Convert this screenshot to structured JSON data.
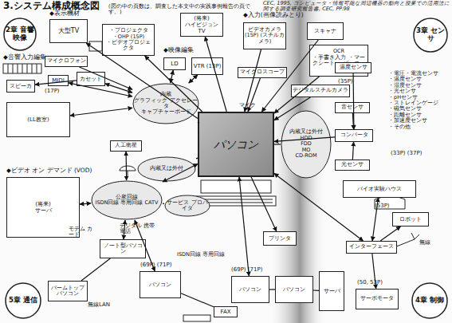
{
  "diagram": {
    "title": "3.システム構成概念図",
    "caption": "(図の中の頁数は、調査した本文中の実践事例報告の頁です。)",
    "nodes": [
      {
        "text": [
          "2章 音響 映像"
        ]
      },
      {
        "text": [
          "3章 センサ"
        ]
      },
      {
        "text": [
          "5章 通信"
        ]
      },
      {
        "text": [
          "4章 制御"
        ]
      },
      {
        "text": [
          "パソコン"
        ]
      },
      {
        "text": [
          "大型TV"
        ]
      },
      {
        "text": [
          "・プロジェクタ",
          "・OHP (15P)",
          "・ビデオプロジェクタ"
        ]
      },
      {
        "text": [
          "(将来)",
          "ハイビジョン TV"
        ]
      },
      {
        "text": [
          "LD"
        ]
      },
      {
        "text": [
          "VTR (13P)"
        ]
      },
      {
        "text": [
          "ビデオカメラ (15P) (スチルカメラ)"
        ]
      },
      {
        "text": [
          "スキャナ"
        ]
      },
      {
        "text": [
          "OCR",
          "・手書き入力 ・マークシート ・バーコード"
        ]
      },
      {
        "text": [
          "マイクロスコープ"
        ]
      },
      {
        "text": [
          "デジタルスチルカメラ"
        ]
      },
      {
        "text": [
          "マイクロフォン"
        ]
      },
      {
        "text": [
          "MIDI"
        ]
      },
      {
        "text": [
          "カセット"
        ]
      },
      {
        "text": [
          "スピーカ"
        ]
      },
      {
        "text": [
          "(LL教室)"
        ]
      },
      {
        "text": [
          "内蔵",
          "グラフィック アクセレータ",
          "キャプチャーボード"
        ]
      },
      {
        "text": [
          "内蔵又は外付"
        ]
      },
      {
        "text": [
          "内蔵又は外付",
          "HDD",
          "FDD",
          "MO",
          "CD-ROM"
        ]
      },
      {
        "text": [
          "人工衛星"
        ]
      },
      {
        "text": [
          "(将来)",
          "サーバ"
        ]
      },
      {
        "text": [
          "公衆回線",
          "ISDN回線 専用回線 CATV"
        ]
      },
      {
        "text": [
          "サービス プロバイダ"
        ]
      },
      {
        "text": [
          "ノート型パソコン"
        ]
      },
      {
        "text": [
          "パームトップパソコン"
        ]
      },
      {
        "text": [
          "パソコン"
        ]
      },
      {
        "text": [
          "FAX"
        ]
      },
      {
        "text": [
          "パソコン"
        ]
      },
      {
        "text": [
          "パソコン"
        ]
      },
      {
        "text": [
          "サーバ"
        ]
      },
      {
        "text": [
          "プリンタ"
        ]
      },
      {
        "text": [
          "インターフェース"
        ]
      },
      {
        "text": [
          "ロボット"
        ]
      },
      {
        "text": [
          "サーボモータ"
        ]
      },
      {
        "text": [
          "バイオ実験ハウス"
        ]
      },
      {
        "text": [
          "・電圧・電流センサ",
          "・温度センサ",
          "・湿度センサ",
          "・光センサ",
          "・pHセンサ",
          "・ストレインゲージ",
          "・磁気センサ",
          "・距離センサ",
          "・加速度センサ",
          "・その他"
        ]
      },
      {
        "text": [
          "温度センサ"
        ]
      },
      {
        "text": [
          "音センサ"
        ]
      },
      {
        "text": [
          "光センサ"
        ]
      },
      {
        "text": [
          "コンバータ"
        ]
      }
    ],
    "edges": [
      {
        "from": 4,
        "to": 6,
        "arrow": "to"
      },
      {
        "from": 4,
        "to": 7,
        "arrow": "to"
      },
      {
        "from": 4,
        "to": 5,
        "arrow": "to"
      },
      {
        "from": 8,
        "to": 20,
        "arrow": "both"
      },
      {
        "from": 9,
        "to": 20,
        "arrow": "both"
      },
      {
        "from": 10,
        "to": 4,
        "arrow": "to"
      },
      {
        "from": 11,
        "to": 4,
        "arrow": "to"
      },
      {
        "from": 12,
        "to": 4,
        "arrow": "to"
      },
      {
        "from": 13,
        "to": 4,
        "arrow": "to"
      },
      {
        "from": 14,
        "to": 4,
        "arrow": "to"
      },
      {
        "from": 15,
        "to": 20,
        "arrow": "to"
      },
      {
        "from": 16,
        "to": 20,
        "arrow": "both"
      },
      {
        "from": 17,
        "to": 20,
        "arrow": "both"
      },
      {
        "from": 19,
        "to": 20,
        "arrow": "both"
      },
      {
        "from": 20,
        "to": 4,
        "arrow": "none"
      },
      {
        "from": 21,
        "to": 4,
        "arrow": "none"
      },
      {
        "from": 22,
        "to": 4,
        "arrow": "none"
      },
      {
        "from": 23,
        "to": 25,
        "arrow": "both"
      },
      {
        "from": 24,
        "to": 25,
        "arrow": "both"
      },
      {
        "from": 25,
        "to": 4,
        "arrow": "both"
      },
      {
        "from": 26,
        "to": 25,
        "arrow": "none"
      },
      {
        "from": 27,
        "to": 25,
        "arrow": "both"
      },
      {
        "from": 28,
        "to": 27,
        "arrow": "none"
      },
      {
        "from": 29,
        "to": 25,
        "arrow": "both"
      },
      {
        "from": 29,
        "to": 30,
        "arrow": "none"
      },
      {
        "from": 4,
        "to": 31,
        "arrow": "both"
      },
      {
        "from": 31,
        "to": 32,
        "arrow": "none"
      },
      {
        "from": 32,
        "to": 33,
        "arrow": "none"
      },
      {
        "from": 4,
        "to": 34,
        "arrow": "to"
      },
      {
        "from": 4,
        "to": 35,
        "arrow": "both"
      },
      {
        "from": 35,
        "to": 36,
        "arrow": "to"
      },
      {
        "from": 35,
        "to": 37,
        "arrow": "to"
      },
      {
        "from": 40,
        "to": 43,
        "arrow": "to"
      },
      {
        "from": 41,
        "to": 43,
        "arrow": "to"
      },
      {
        "from": 42,
        "to": 43,
        "arrow": "to"
      },
      {
        "from": 43,
        "to": 4,
        "arrow": "to"
      },
      {
        "from": 38,
        "to": 35,
        "arrow": "both"
      },
      {
        "from": 17,
        "to": 18,
        "arrow": "to"
      }
    ],
    "labels": [
      "CEC, 1995, コンピュータ・情報可能な周辺機器の動向と授業での活用法に関する調査研究報告書, CEC, PP.98",
      "◆表示機材",
      "◆映像編集",
      "◆入力(画像読みとり)",
      "◆音響入力編集",
      "◆ビデオ オン デマンド (VOD)",
      "(17P)",
      "(35P)",
      "(33P) (37P)",
      "(53P)",
      "無線",
      "(50, 53P)",
      "(69P) (71P)",
      "(69P) (71P)",
      "無線LAN",
      "モデム カード",
      "デジタル 携帯電話",
      "ISDN回線 専用回線",
      "マイク"
    ]
  }
}
